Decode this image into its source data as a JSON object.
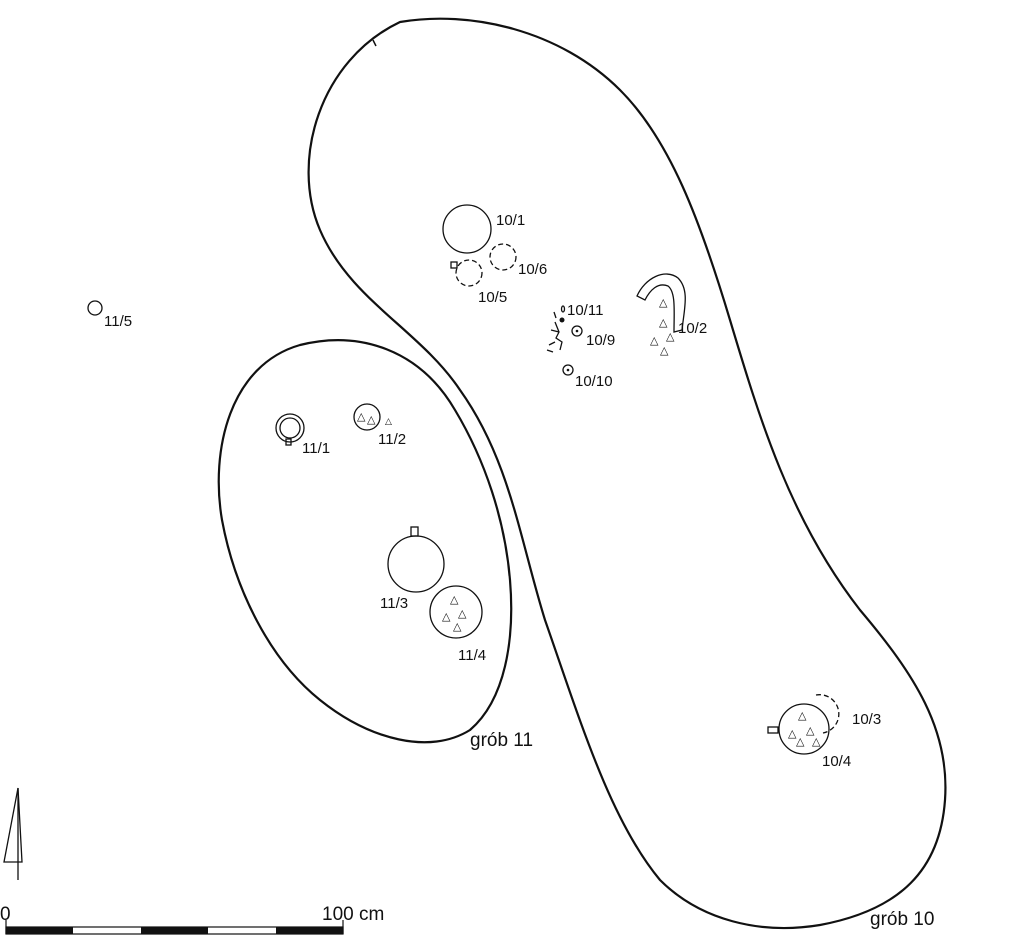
{
  "graves": [
    {
      "id": "grave-10",
      "label": "grób 10"
    },
    {
      "id": "grave-11",
      "label": "grób 11"
    }
  ],
  "finds": [
    {
      "id": "10-1",
      "label": "10/1"
    },
    {
      "id": "10-2",
      "label": "10/2"
    },
    {
      "id": "10-3",
      "label": "10/3"
    },
    {
      "id": "10-4",
      "label": "10/4"
    },
    {
      "id": "10-5",
      "label": "10/5"
    },
    {
      "id": "10-6",
      "label": "10/6"
    },
    {
      "id": "10-9",
      "label": "10/9"
    },
    {
      "id": "10-10",
      "label": "10/10"
    },
    {
      "id": "10-11",
      "label": "10/11"
    },
    {
      "id": "11-1",
      "label": "11/1"
    },
    {
      "id": "11-2",
      "label": "11/2"
    },
    {
      "id": "11-3",
      "label": "11/3"
    },
    {
      "id": "11-4",
      "label": "11/4"
    },
    {
      "id": "11-5",
      "label": "11/5"
    }
  ],
  "scale_bar": {
    "start_label": "0",
    "end_label": "100 cm",
    "segments": 5
  },
  "north_arrow": {
    "icon": "north-arrow-icon"
  },
  "colors": {
    "ink": "#111111",
    "background": "#ffffff"
  }
}
